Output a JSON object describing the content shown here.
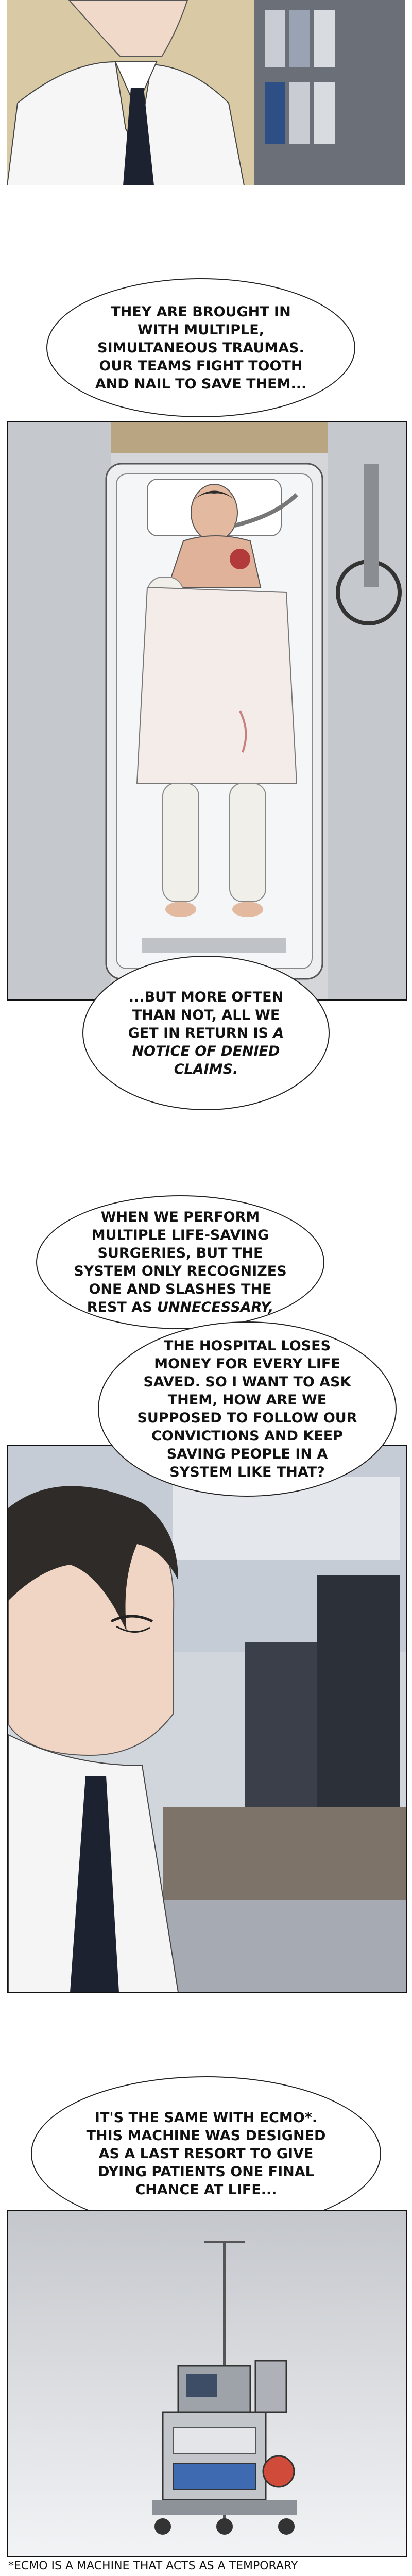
{
  "bubbles": {
    "b1": "They are brought in with multiple, simultaneous traumas. Our teams fight tooth and nail to save them...",
    "b2_line1": "...But more often than not, all we get in return is",
    "b2_em": "a notice of denied claims.",
    "b3_line1": "When we perform multiple life-saving surgeries, but the system only recognizes one and slashes the rest as",
    "b3_em": "unnecessary,",
    "b4": "The hospital loses money for every life saved. So I want to ask them, how are we supposed to follow our convictions and keep saving people in a system like that?",
    "b5": "It's the same with ECMO*. This machine was designed as a last resort to give dying patients one final chance at life..."
  },
  "footnote": "*ECMO IS A MACHINE THAT ACTS AS A TEMPORARY"
}
